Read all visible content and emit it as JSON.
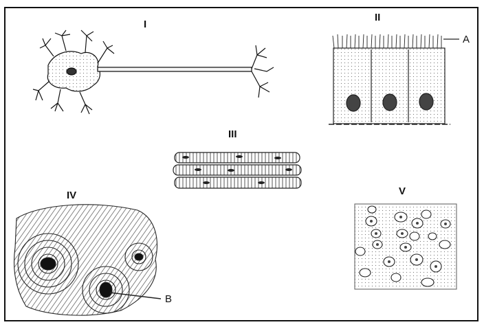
{
  "labels": {
    "neuron": "I",
    "epithelium": "II",
    "muscle": "III",
    "bone": "IV",
    "cartilage": "V",
    "pointer_a": "A",
    "pointer_b": "B"
  },
  "colors": {
    "ink": "#111111",
    "fill": "#e9e9e9",
    "dark": "#3a3a3a"
  }
}
